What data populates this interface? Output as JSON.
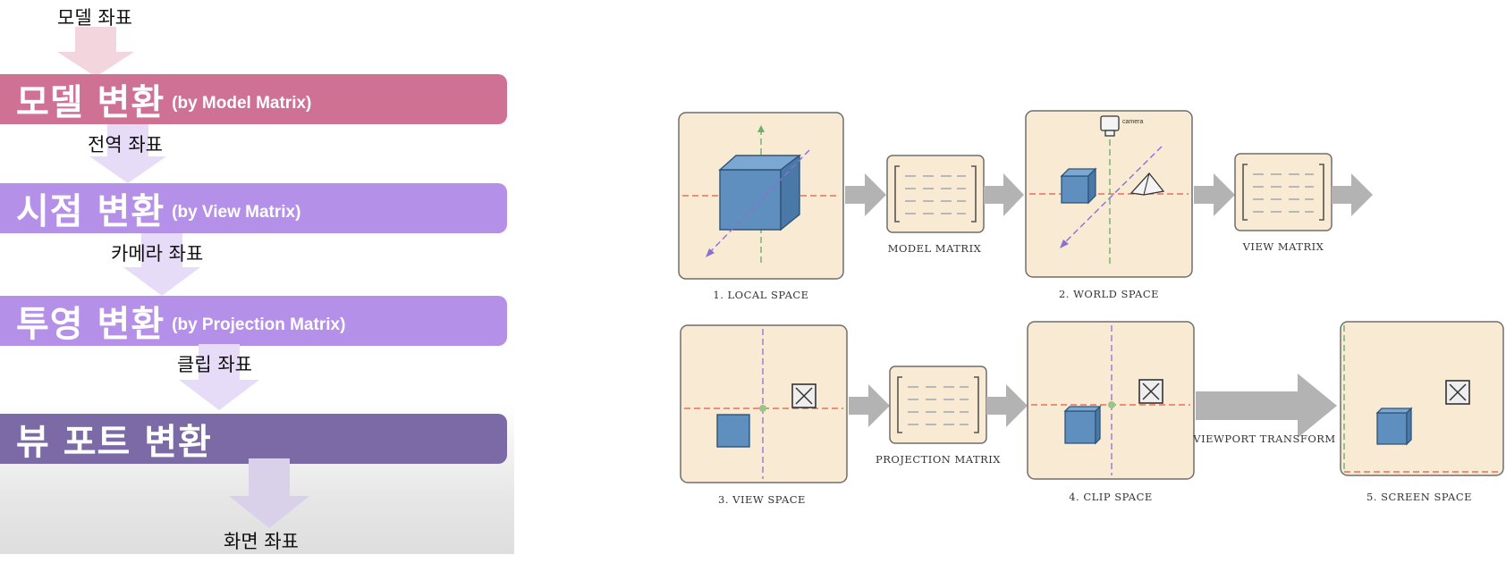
{
  "pipeline": {
    "coords": {
      "model": "모델 좌표",
      "world": "전역 좌표",
      "camera": "카메라 좌표",
      "clip": "클립 좌표",
      "screen": "화면 좌표"
    },
    "stages": [
      {
        "title": "모델 변환",
        "subtitle": "(by Model Matrix)",
        "color": "#cf7192"
      },
      {
        "title": "시점 변환",
        "subtitle": "(by View Matrix)",
        "color": "#b590e8"
      },
      {
        "title": "투영 변환",
        "subtitle": "(by Projection Matrix)",
        "color": "#b590e8"
      },
      {
        "title": "뷰 포트 변환",
        "subtitle": "",
        "color": "#7b6aa6"
      }
    ]
  },
  "diagram": {
    "local_space": "1. LOCAL SPACE",
    "model_matrix": "MODEL MATRIX",
    "world_space": "2. WORLD SPACE",
    "camera_label": "camera",
    "view_matrix": "VIEW MATRIX",
    "view_space": "3. VIEW SPACE",
    "projection_matrix": "PROJECTION MATRIX",
    "clip_space": "4. CLIP SPACE",
    "viewport_transform": "VIEWPORT TRANSFORM",
    "screen_space": "5. SCREEN SPACE",
    "colors": {
      "panel": "#f9ebd3",
      "cube": "#5f8fbf",
      "arrow": "#b3b3b3"
    }
  }
}
